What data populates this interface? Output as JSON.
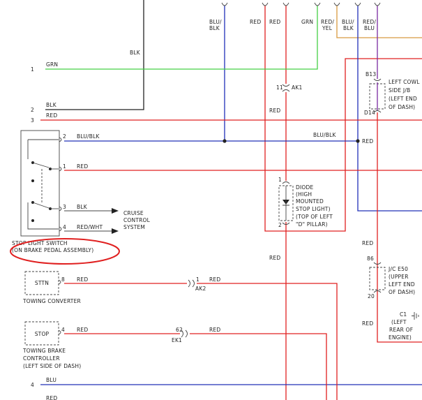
{
  "top_wires": {
    "blu_blk": [
      "BLU/",
      "BLK"
    ],
    "red1": "RED",
    "red2": "RED",
    "grn": "GRN",
    "red_yel": [
      "RED/",
      "YEL"
    ],
    "blu_blk2": [
      "BLU/",
      "BLK"
    ],
    "red_blu": [
      "RED/",
      "BLU"
    ]
  },
  "left_pins": {
    "p1": "1",
    "p1_color": "GRN",
    "blk_upper": "BLK",
    "blk_lower": "BLK",
    "p2": "2",
    "p3": "3",
    "p3_color": "RED",
    "p4": "4",
    "p4_color": "BLU",
    "p5_color": "RED"
  },
  "stop_light_switch": {
    "label1": "STOP LIGHT SWITCH",
    "label2": "(ON BRAKE PEDAL ASSEMBLY)",
    "pin2": "2",
    "pin2_color": "BLU/BLK",
    "pin1": "1",
    "pin1_color": "RED",
    "pin3": "3",
    "pin3_color": "BLK",
    "pin4": "4",
    "pin4_color": "RED/WHT",
    "arrow_label": [
      "CRUISE",
      "CONTROL",
      "SYSTEM"
    ]
  },
  "mid_labels": {
    "ak1_num": "11",
    "ak1": "AK1",
    "red_below_ak1": "RED",
    "blu_blk_right": "BLU/BLK",
    "red_right_node": "RED",
    "red_mid_left": "RED",
    "red_right_1": "RED",
    "red_right_2": "RED"
  },
  "diode": {
    "pin_top": "1",
    "pin_bottom": "2",
    "label": [
      "DIODE",
      "(HIGH",
      "MOUNTED",
      "STOP LIGHT)",
      "(TOP OF LEFT",
      "\"D\" PILLAR)"
    ]
  },
  "cowl": {
    "pin_top": "B13",
    "pin_bottom": "D14",
    "label": [
      "LEFT COWL",
      "SIDE J/B",
      "(LEFT END",
      "OF DASH)"
    ]
  },
  "jc": {
    "pin_top": "86",
    "pin_bottom": "20",
    "label": [
      "J/C E50",
      "(UPPER",
      "LEFT END",
      "OF DASH)"
    ]
  },
  "ground": {
    "label": [
      "C1",
      "(LEFT",
      "REAR OF",
      "ENGINE)"
    ]
  },
  "towing_converter": {
    "box": "STTN",
    "pin": "8",
    "pin_color": "RED",
    "label": "TOWING CONVERTER",
    "conn_num": "1",
    "conn": "AK2",
    "wire_color": "RED"
  },
  "towing_brake": {
    "box": "STOP",
    "pin": "4",
    "pin_color": "RED",
    "label": [
      "TOWING BRAKE",
      "CONTROLLER",
      "(LEFT SIDE OF DASH)"
    ],
    "conn_num": "62",
    "conn": "EK1",
    "wire_color": "RED"
  }
}
